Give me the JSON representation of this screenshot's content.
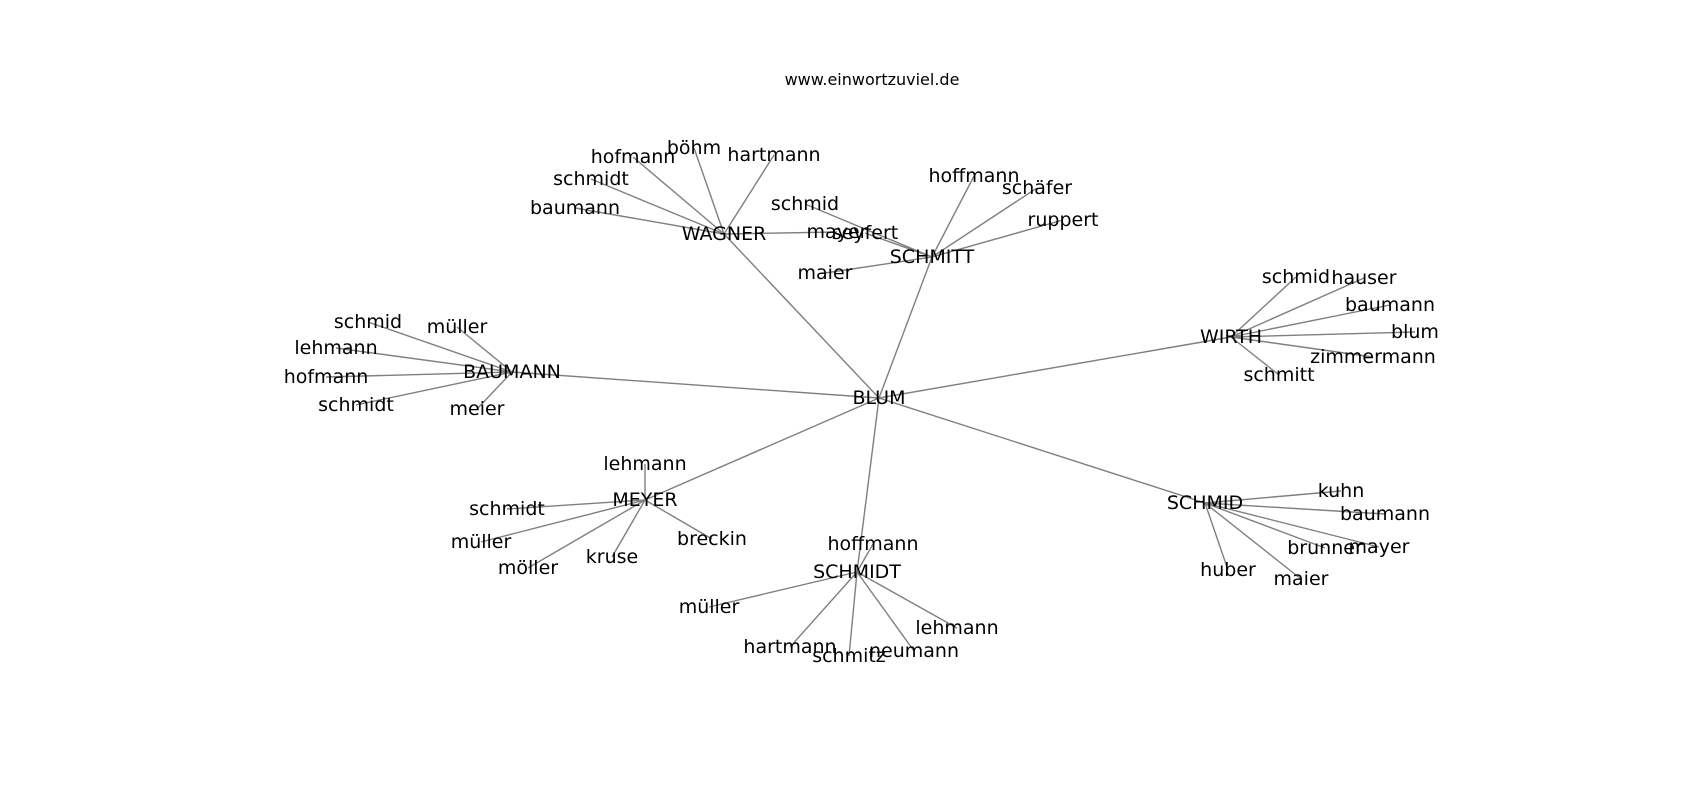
{
  "site": "www.einwortzuviel.de",
  "graph": {
    "center": "BLUM",
    "hubs": [
      {
        "name": "WAGNER",
        "children": [
          "böhm",
          "hofmann",
          "hartmann",
          "schmidt",
          "baumann",
          "mayer"
        ]
      },
      {
        "name": "SCHMITT",
        "children": [
          "hoffmann",
          "schäfer",
          "ruppert",
          "schmid",
          "seyfert",
          "maier"
        ]
      },
      {
        "name": "WIRTH",
        "children": [
          "schmid",
          "hauser",
          "baumann",
          "blum",
          "zimmermann",
          "schmitt"
        ]
      },
      {
        "name": "BAUMANN",
        "children": [
          "schmid",
          "müller",
          "lehmann",
          "hofmann",
          "schmidt",
          "meier"
        ]
      },
      {
        "name": "SCHMID",
        "children": [
          "kuhn",
          "baumann",
          "brunner",
          "mayer",
          "huber",
          "maier"
        ]
      },
      {
        "name": "MEYER",
        "children": [
          "lehmann",
          "schmidt",
          "müller",
          "möller",
          "kruse",
          "breckin"
        ]
      },
      {
        "name": "SCHMIDT",
        "children": [
          "hoffmann",
          "müller",
          "lehmann",
          "hartmann",
          "schmitz",
          "neumann"
        ]
      }
    ]
  }
}
